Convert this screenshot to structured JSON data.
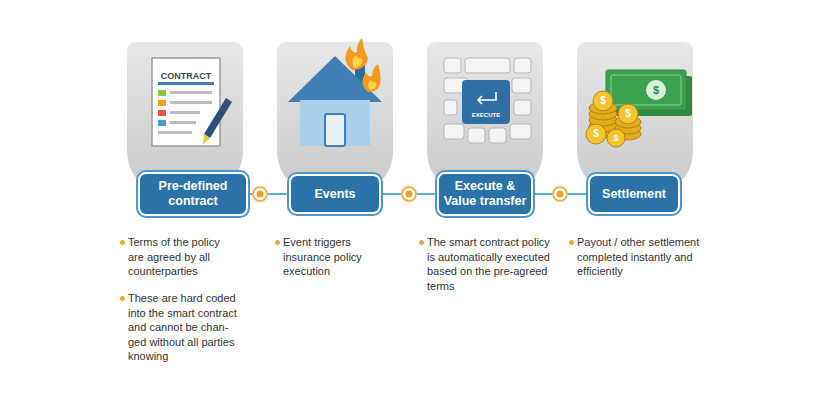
{
  "diagram": {
    "nodes": [
      {
        "text": [
          "Pre-defined contract"
        ]
      },
      {
        "text": [
          "Events"
        ]
      },
      {
        "text": [
          "Execute & Value transfer"
        ]
      },
      {
        "text": [
          "Settlement"
        ]
      }
    ],
    "edges": [
      {
        "from": 0,
        "to": 1,
        "arrow": "none"
      },
      {
        "from": 1,
        "to": 2,
        "arrow": "none"
      },
      {
        "from": 2,
        "to": 3,
        "arrow": "none"
      }
    ],
    "labels": [
      "CONTRACT",
      "EXECUTE",
      "$",
      "$",
      "$",
      "$",
      "$",
      "Terms of the policy are agreed by all counterparties",
      "These are hard coded into the smart contract and cannot be chan-ged without all parties knowing",
      "Event triggers insurance policy execution",
      "The smart contract policy is automatically executed based on the pre-agreed terms",
      "Payout / other settlement completed instantly and efficiently"
    ]
  }
}
